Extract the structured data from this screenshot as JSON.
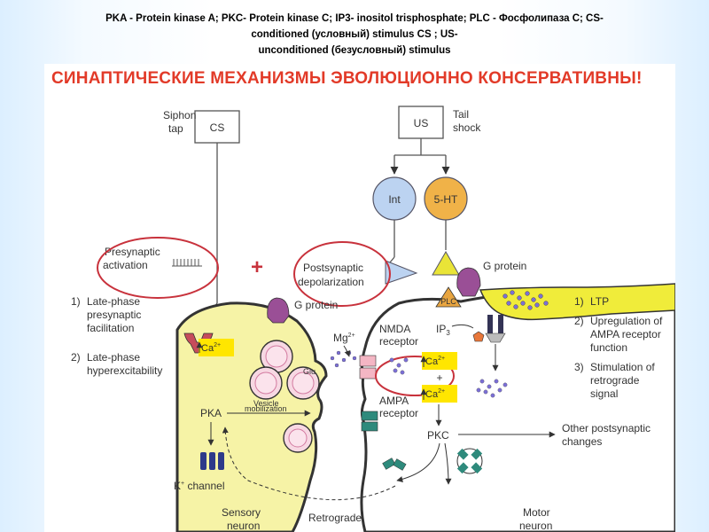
{
  "caption": {
    "line1": "PKA - Protein kinase A; PKC- Protein kinase C; IP3- inositol trisphosphate; PLC - Фосфолипаза C; CS-",
    "line2": "conditioned (условный) stimulus CS ; US-",
    "line3": "unconditioned (безусловный) stimulus"
  },
  "title": "СИНАПТИЧЕСКИЕ МЕХАНИЗМЫ ЭВОЛЮЦИОННО КОНСЕРВАТИВНЫ!",
  "diagram": {
    "siphon_line1": "Siphon",
    "siphon_line2": "tap",
    "cs": "CS",
    "us": "US",
    "tail_line1": "Tail",
    "tail_line2": "shock",
    "int": "Int",
    "ht5": "5-HT",
    "presyn_line1": "Presynaptic",
    "presyn_line2": "activation",
    "plus": "+",
    "postsyn_line1": "Postsynaptic",
    "postsyn_line2": "depolarization",
    "gprotein_right": "G protein",
    "gprotein_left": "G protein",
    "left_list": {
      "i1_num": "1)",
      "i1_l1": "Late-phase",
      "i1_l2": "presynaptic",
      "i1_l3": "facilitation",
      "i2_num": "2)",
      "i2_l1": "Late-phase",
      "i2_l2": "hyperexcitability"
    },
    "right_list": {
      "i1_num": "1)",
      "i1_l1": "LTP",
      "i2_num": "2)",
      "i2_l1": "Upregulation of",
      "i2_l2": "AMPA receptor",
      "i2_l3": "function",
      "i3_num": "3)",
      "i3_l1": "Stimulation of",
      "i3_l2": "retrograde",
      "i3_l3": "signal"
    },
    "ca": "Ca",
    "ca_sup": "2+",
    "mg": "Mg",
    "mg_sup": "2+",
    "nmda_line1": "NMDA",
    "nmda_line2": "receptor",
    "ampa_line1": "AMPA",
    "ampa_line2": "receptor",
    "ip": "IP",
    "ip_sub": "3",
    "plc": "PLC",
    "glu": "Glu",
    "pka": "PKA",
    "vesicle_line1": "Vesicle",
    "vesicle_line2": "mobilization",
    "pkc": "PKC",
    "other_line1": "Other postsynaptic",
    "other_line2": "changes",
    "k_channel": "K",
    "k_channel_rest": " channel",
    "sensory_line1": "Sensory",
    "sensory_line2": "neuron",
    "retrograde": "Retrograde",
    "motor_line1": "Motor",
    "motor_line2": "neuron",
    "plus_small": "+"
  },
  "colors": {
    "title": "#e23a28",
    "cytoplasm": "#f6f3a6",
    "membrane": "#333333",
    "int_fill": "#bcd3f1",
    "ht5_fill": "#f0b248",
    "gprotein": "#9a4f96",
    "ellipse": "#c8323c"
  }
}
